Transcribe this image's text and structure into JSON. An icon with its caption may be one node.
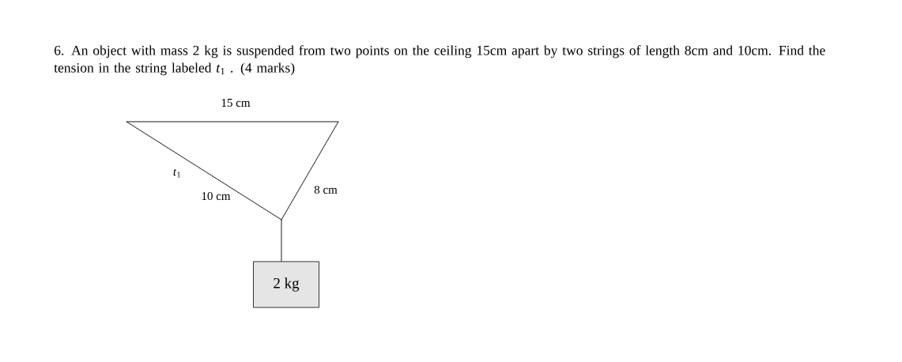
{
  "diagram": {
    "title": "6.  An object with mass 2 kg is suspended from two points on the ceiling 15cm apart by two strings of length 8cm and 10cm.  Find the tension in the string labeled *t*$_{1}$ . (4 marks)",
    "nodes": [
      {
        "text": [],
        "shape": "point"
      },
      {
        "text": [],
        "shape": "point"
      },
      {
        "text": [],
        "shape": "point"
      },
      {
        "text": [
          "2 kg"
        ]
      }
    ],
    "edges": [
      {
        "from": 0,
        "to": 1,
        "arrow": "none"
      },
      {
        "from": 0,
        "to": 2,
        "arrow": "none"
      },
      {
        "from": 1,
        "to": 2,
        "arrow": "none"
      },
      {
        "from": 2,
        "to": 3,
        "arrow": "none"
      }
    ],
    "labels": [
      "15 cm",
      "*t*$_{1}$",
      "10 cm",
      "8 cm"
    ]
  }
}
